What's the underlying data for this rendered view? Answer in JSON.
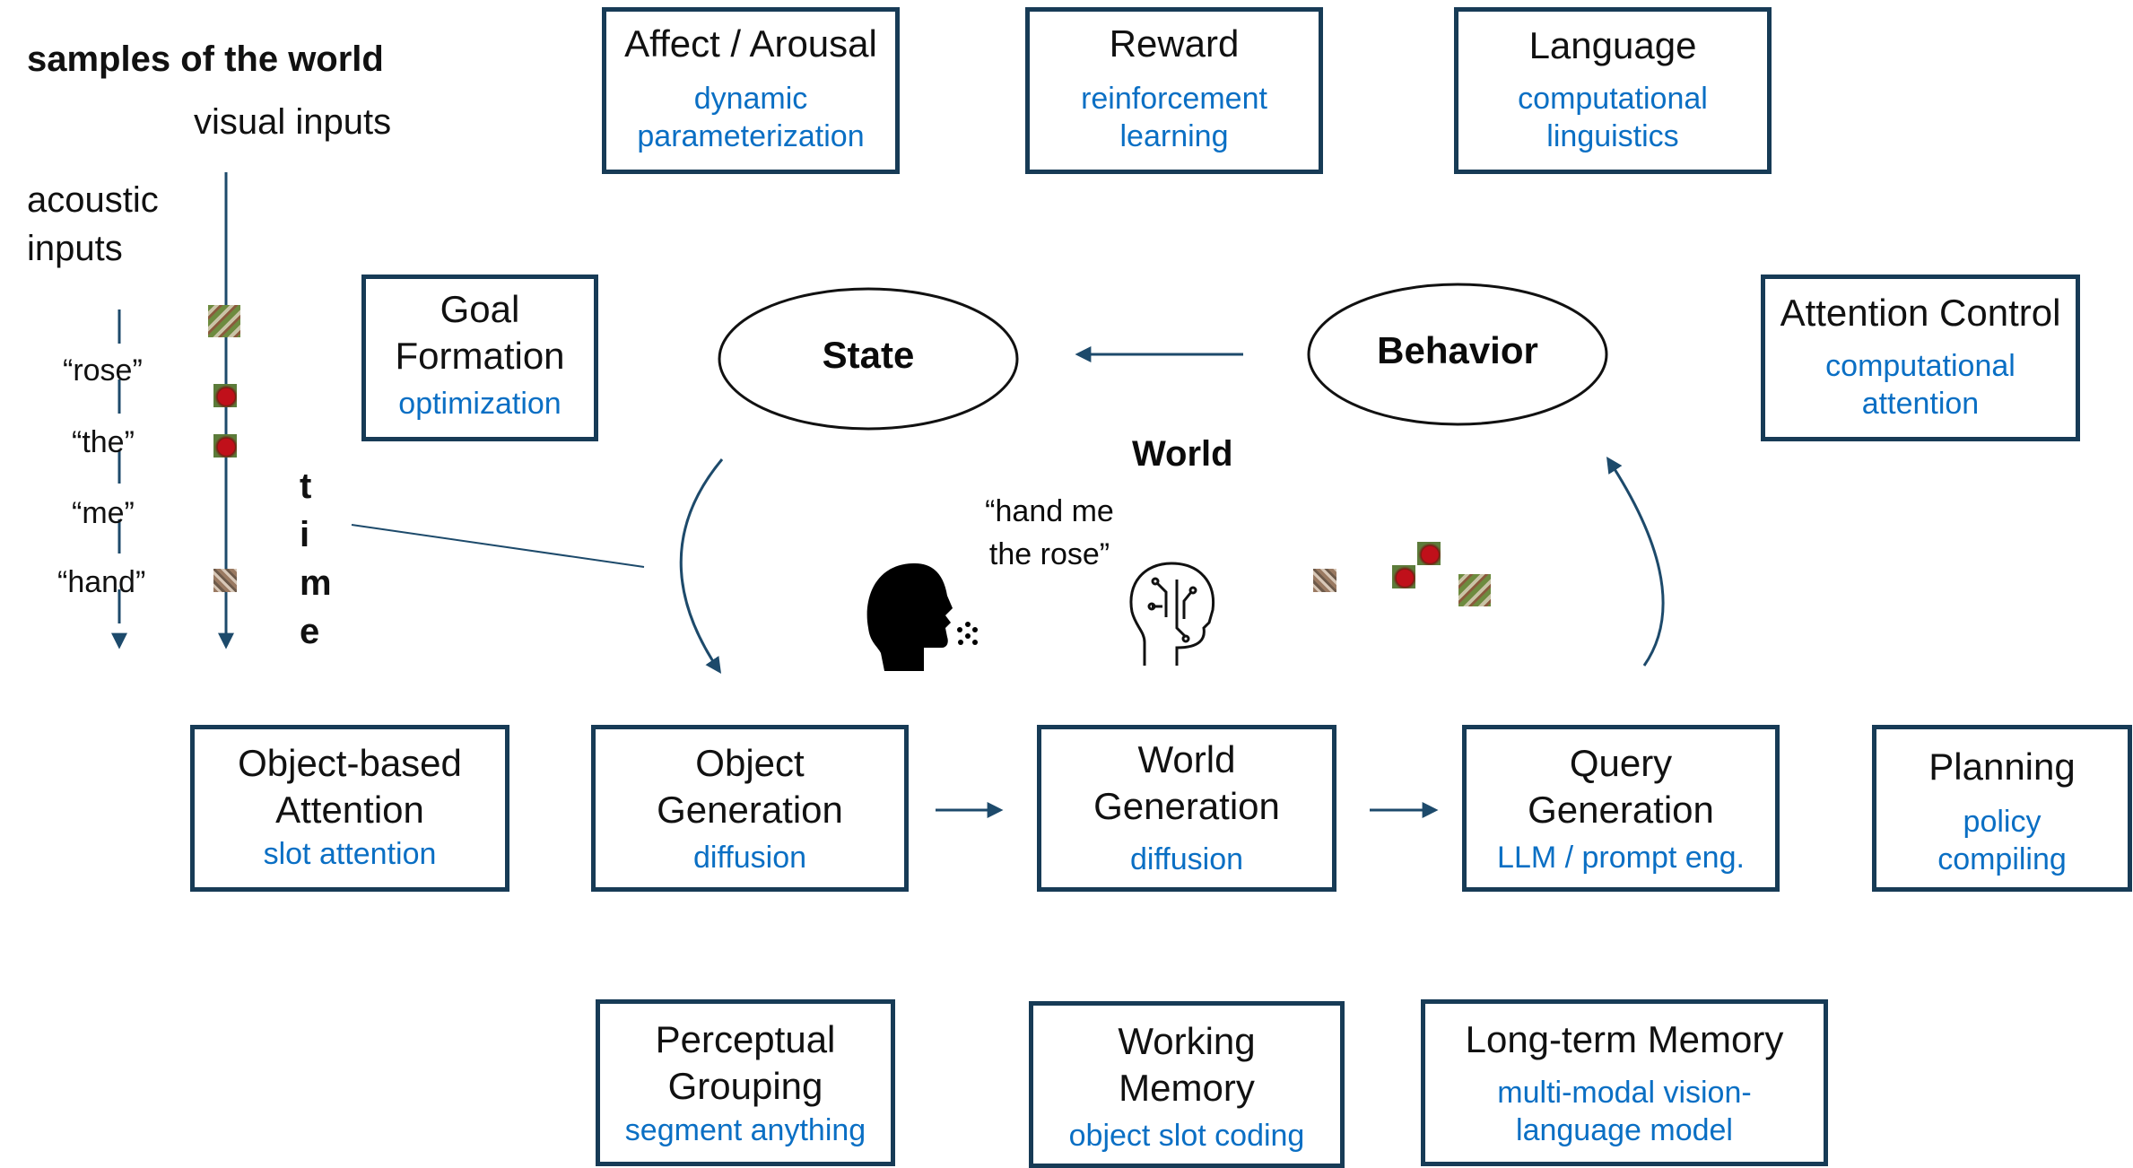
{
  "samples": {
    "title": "samples of the world",
    "visual": "visual inputs",
    "acoustic": "acoustic\ninputs",
    "words": [
      "“rose”",
      "“the”",
      "“me”",
      "“hand”"
    ],
    "time": [
      "t",
      "i",
      "m",
      "e"
    ]
  },
  "boxes": {
    "affect": {
      "title": "Affect / Arousal",
      "sub": "dynamic\nparameterization"
    },
    "reward": {
      "title": "Reward",
      "sub": "reinforcement\nlearning"
    },
    "language": {
      "title": "Language",
      "sub": "computational\nlinguistics"
    },
    "goal": {
      "title": "Goal\nFormation",
      "sub": "optimization"
    },
    "attention_control": {
      "title": "Attention Control",
      "sub": "computational\nattention"
    },
    "object_attention": {
      "title": "Object-based\nAttention",
      "sub": "slot attention"
    },
    "object_gen": {
      "title": "Object\nGeneration",
      "sub": "diffusion"
    },
    "world_gen": {
      "title": "World\nGeneration",
      "sub": "diffusion"
    },
    "query_gen": {
      "title": "Query\nGeneration",
      "sub": "LLM / prompt eng."
    },
    "planning": {
      "title": "Planning",
      "sub": "policy\ncompiling"
    },
    "perceptual": {
      "title": "Perceptual\nGrouping",
      "sub": "segment anything"
    },
    "working": {
      "title": "Working\nMemory",
      "sub": "object slot coding"
    },
    "longterm": {
      "title": "Long-term Memory",
      "sub": "multi-modal vision-\nlanguage model"
    }
  },
  "ellipses": {
    "state": "State",
    "behavior": "Behavior"
  },
  "world": {
    "label": "World",
    "quote": "“hand me\nthe rose”"
  },
  "colors": {
    "border": "#173b56",
    "sub_text": "#0a6fc4",
    "arrow": "#1d4a6b"
  }
}
